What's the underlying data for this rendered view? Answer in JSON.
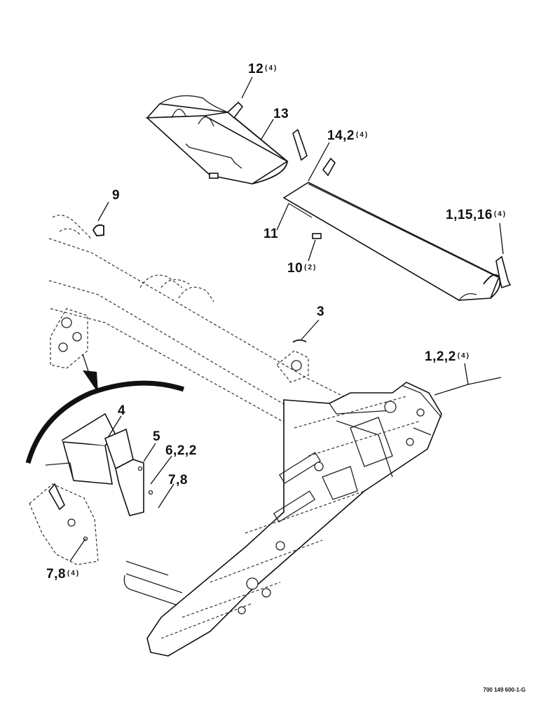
{
  "callouts": {
    "c12": {
      "num": "12",
      "qty": "(4)"
    },
    "c13": {
      "num": "13",
      "qty": ""
    },
    "c14": {
      "num": "14,2",
      "qty": "(4)"
    },
    "c9": {
      "num": "9",
      "qty": ""
    },
    "c11": {
      "num": "11",
      "qty": ""
    },
    "c1516": {
      "num": "1,15,16",
      "qty": "(4)"
    },
    "c10": {
      "num": "10",
      "qty": "(2)"
    },
    "c3": {
      "num": "3",
      "qty": ""
    },
    "c122": {
      "num": "1,2,2",
      "qty": "(4)"
    },
    "c4": {
      "num": "4",
      "qty": ""
    },
    "c5": {
      "num": "5",
      "qty": ""
    },
    "c622": {
      "num": "6,2,2",
      "qty": ""
    },
    "c78": {
      "num": "7,8",
      "qty": ""
    },
    "c78b": {
      "num": "7,8",
      "qty": "(4)"
    }
  },
  "document_number": "700 149 600-1-G"
}
